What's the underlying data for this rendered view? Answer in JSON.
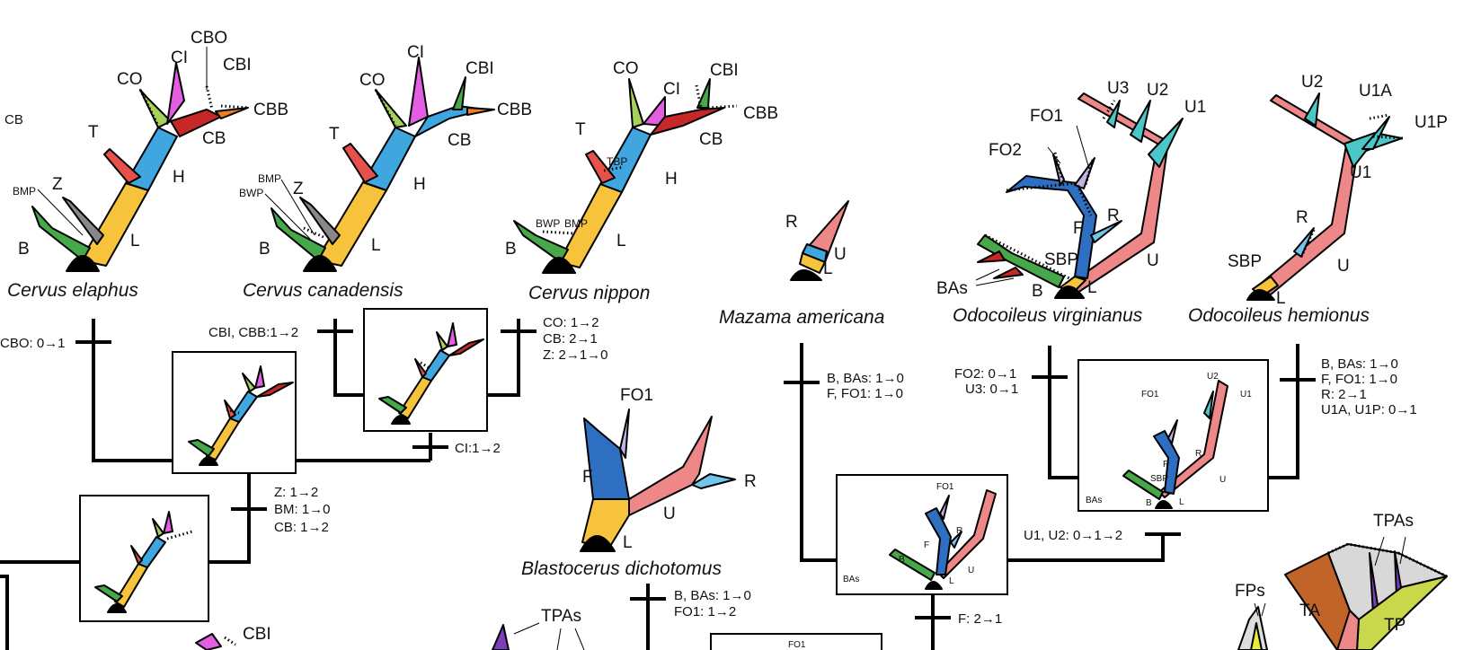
{
  "species": {
    "cervus_elaphus": "Cervus elaphus",
    "cervus_canadensis": "Cervus canadensis",
    "cervus_nippon": "Cervus  nippon",
    "mazama_americana": "Mazama americana",
    "odocoileus_virginianus": "Odocoileus virginianus",
    "odocoileus_hemionus": "Odocoileus hemionus",
    "blastocerus_dichotomus": "Blastocerus dichotomus"
  },
  "tines": {
    "CB": "CB",
    "CBO": "CBO",
    "CI": "CI",
    "CBI": "CBI",
    "CO": "CO",
    "CBB": "CBB",
    "T": "T",
    "H": "H",
    "Z": "Z",
    "BMP": "BMP",
    "BWP": "BWP",
    "B": "B",
    "L": "L",
    "TBP": "TBP",
    "R": "R",
    "U": "U",
    "U1": "U1",
    "U2": "U2",
    "U3": "U3",
    "FO1": "FO1",
    "FO2": "FO2",
    "F": "F",
    "SBP": "SBP",
    "BAs": "BAs",
    "U1A": "U1A",
    "U1P": "U1P",
    "TPAs": "TPAs",
    "FPs": "FPs",
    "TA": "TA",
    "TP": "TP"
  },
  "changes": {
    "cbo": "CBO: 0→1",
    "cbi_cbb": "CBI, CBB:1→2",
    "nippon_1": "CO: 1→2",
    "nippon_2": "CB: 2→1",
    "nippon_3": "Z: 2→1→0",
    "ci": "CI:1→2",
    "z_1": "Z: 1→2",
    "z_2": "BM: 1→0",
    "z_3": "CB: 1→2",
    "mazama_1": "B, BAs: 1→0",
    "mazama_2": "F, FO1: 1→0",
    "virg_1": "FO2: 0→1",
    "virg_2": "U3: 0→1",
    "hem_1": "B, BAs: 1→0",
    "hem_2": "F, FO1: 1→0",
    "hem_3": "R: 2→1",
    "hem_4": "U1A, U1P: 0→1",
    "u1u2": "U1, U2: 0→1→2",
    "blast_1": "B, BAs: 1→0",
    "blast_2": "FO1: 1→2",
    "f": "F: 2→1"
  },
  "colors": {
    "base": "#f7c33c",
    "brow": "#47a84a",
    "bez": "#888888",
    "trez": "#e8504c",
    "upper": "#3fa6e0",
    "crown": "#a6d15a",
    "crown_i": "#e35ee0",
    "crown_b": "#c62828",
    "crown_bb": "#ef7d22",
    "fork": "#2e6fc2",
    "fork_o": "#c4b4e6",
    "rear": "#ee8787",
    "sky": "#72c6ee",
    "teal": "#4cc7c7",
    "orange_brown": "#c0642a",
    "olive": "#c9d84a"
  }
}
